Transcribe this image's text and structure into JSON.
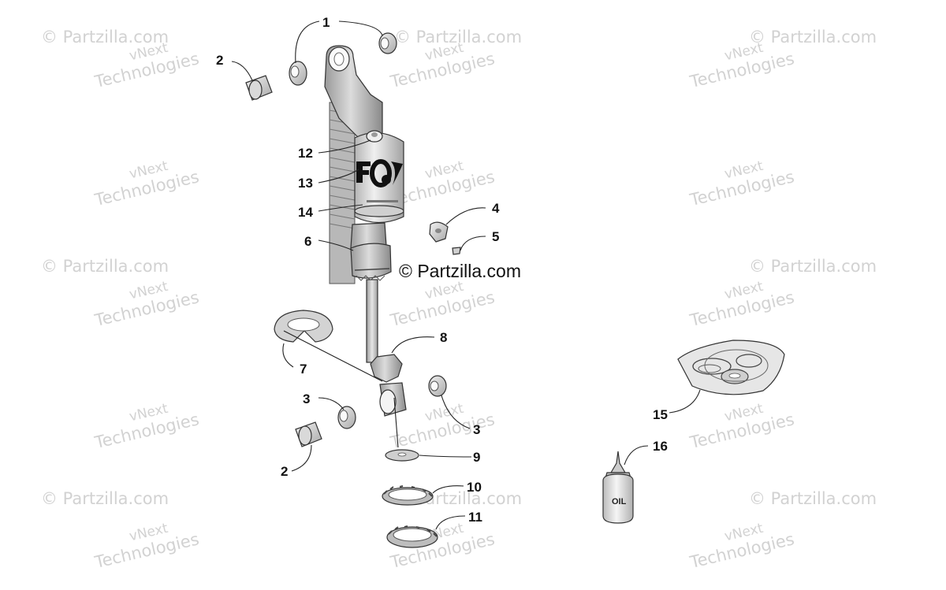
{
  "copyright": "© Partzilla.com",
  "watermarks": {
    "line1": "vNext",
    "line2": "Technologies",
    "partzilla": "© Partzilla.com"
  },
  "bottle_label": "OIL",
  "logo_text": "FOX",
  "callouts": [
    "1",
    "2",
    "2",
    "3",
    "3",
    "4",
    "5",
    "6",
    "7",
    "8",
    "9",
    "10",
    "11",
    "12",
    "13",
    "14",
    "15",
    "16"
  ]
}
